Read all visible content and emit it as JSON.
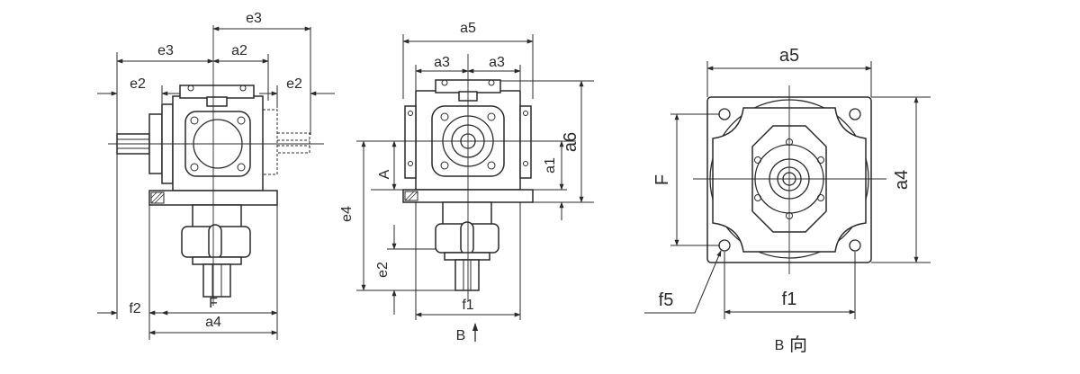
{
  "labels": {
    "e3": "e3",
    "a2": "a2",
    "e2": "e2",
    "f2": "f2",
    "a4": "a4",
    "F": "F",
    "a5": "a5",
    "a3": "a3",
    "a6": "a6",
    "A": "A",
    "a1": "a1",
    "e4": "e4",
    "f1": "f1",
    "B": "B",
    "f5": "f5",
    "b_view_letter": "B",
    "b_view_char": "向"
  },
  "colors": {
    "ink": "#2a2a2a",
    "background": "#ffffff"
  }
}
